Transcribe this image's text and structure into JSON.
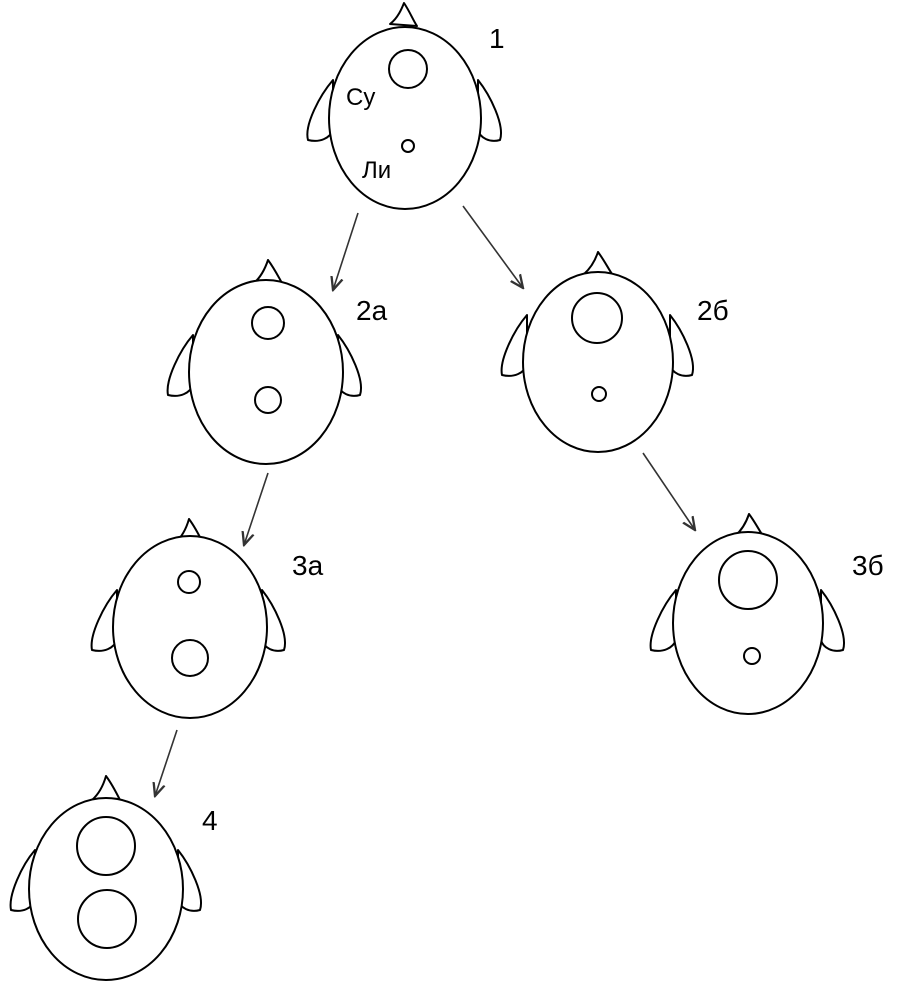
{
  "stages": [
    {
      "id": "1",
      "label": "1"
    },
    {
      "id": "2a",
      "label": "2а"
    },
    {
      "id": "2b",
      "label": "2б"
    },
    {
      "id": "3a",
      "label": "3а"
    },
    {
      "id": "3b",
      "label": "3б"
    },
    {
      "id": "4",
      "label": "4"
    }
  ],
  "parts": {
    "upper_spot": "Су",
    "lower_spot": "Ли"
  },
  "transitions": [
    {
      "from": "1",
      "to": "2a"
    },
    {
      "from": "1",
      "to": "2b"
    },
    {
      "from": "2a",
      "to": "3a"
    },
    {
      "from": "2b",
      "to": "3b"
    },
    {
      "from": "3a",
      "to": "4"
    }
  ],
  "colors": {
    "outline": "#000000",
    "arrow": "#333333",
    "background": "#ffffff"
  }
}
